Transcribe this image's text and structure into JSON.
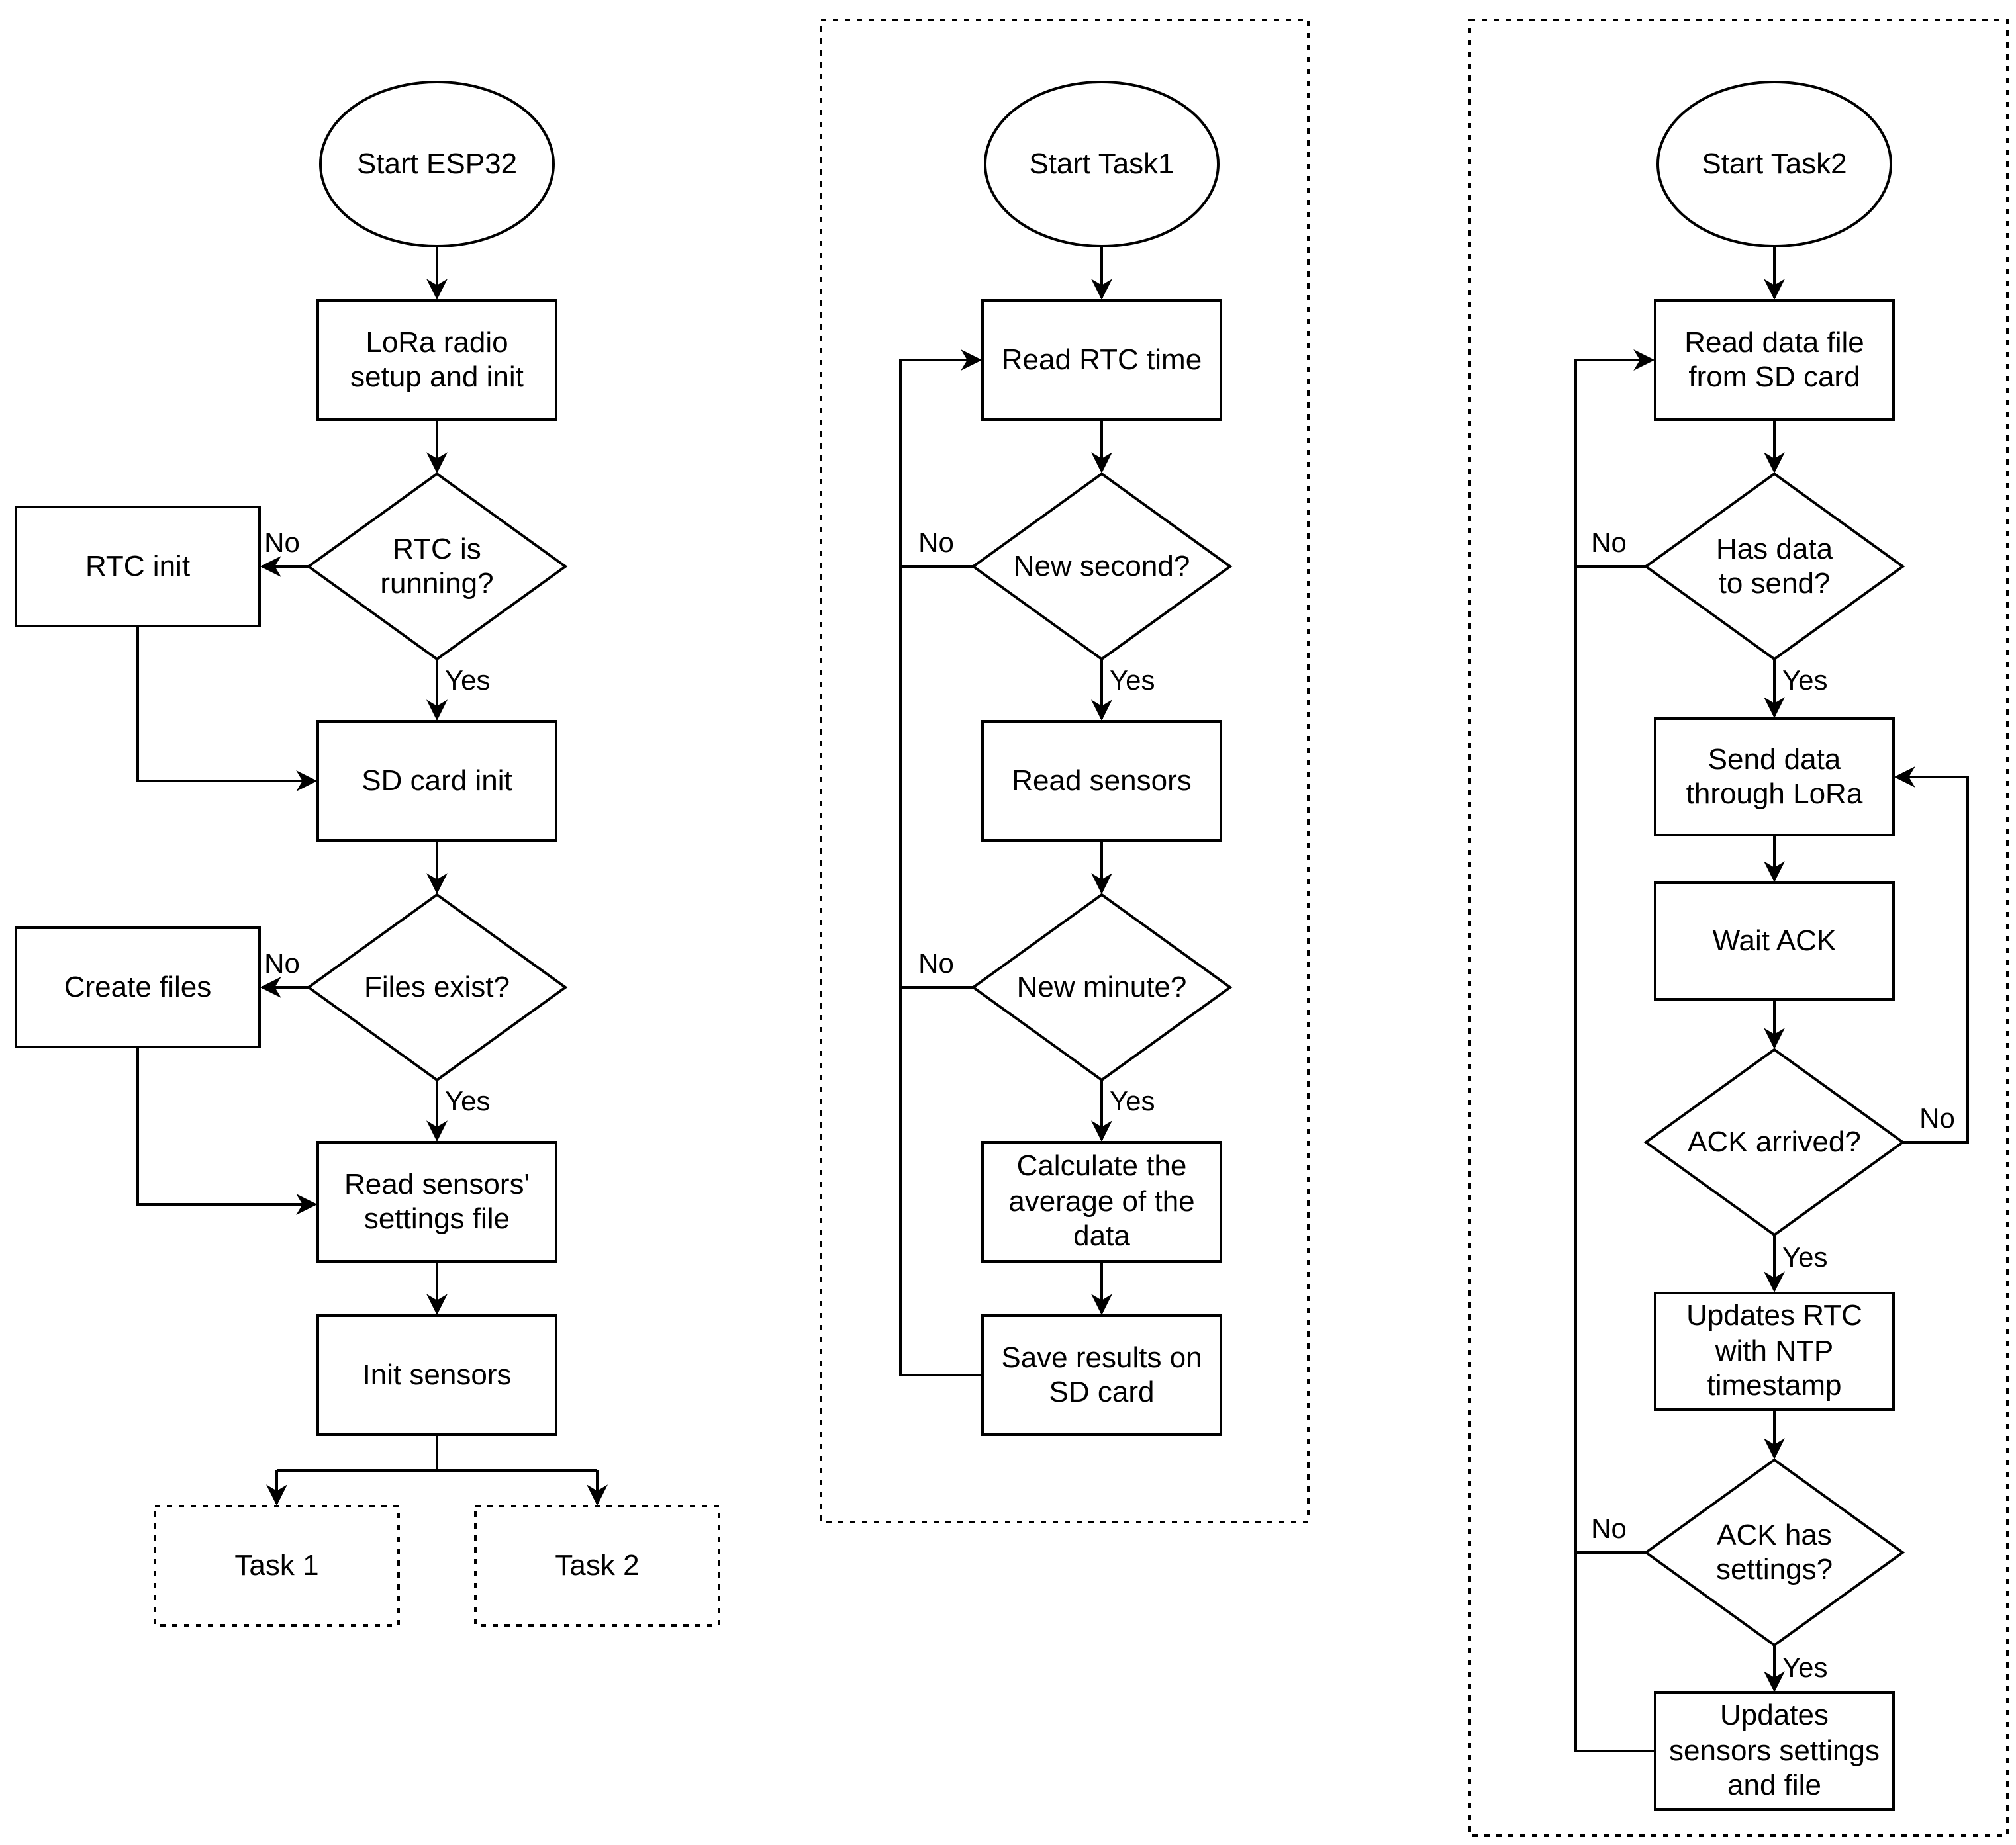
{
  "labels": {
    "yes": "Yes",
    "no": "No"
  },
  "flow1": {
    "start": "Start ESP32",
    "lora": "LoRa radio\nsetup and init",
    "rtc_running": "RTC is\nrunning?",
    "rtc_init": "RTC init",
    "sd_init": "SD card init",
    "files_exist": "Files exist?",
    "create_files": "Create files",
    "read_settings": "Read sensors'\nsettings file",
    "init_sensors": "Init sensors",
    "task1": "Task 1",
    "task2": "Task 2"
  },
  "flow2": {
    "start": "Start Task1",
    "read_rtc": "Read RTC time",
    "new_second": "New second?",
    "read_sensors": "Read sensors",
    "new_minute": "New minute?",
    "calc_avg": "Calculate the\naverage of the\ndata",
    "save_results": "Save results on\nSD card"
  },
  "flow3": {
    "start": "Start Task2",
    "read_file": "Read data file\nfrom SD card",
    "has_data": "Has data\nto send?",
    "send_data": "Send data\nthrough LoRa",
    "wait_ack": "Wait ACK",
    "ack_arrived": "ACK arrived?",
    "update_rtc": "Updates RTC\nwith NTP\ntimestamp",
    "ack_settings": "ACK has\nsettings?",
    "update_settings": "Updates\nsensors settings\nand file"
  }
}
